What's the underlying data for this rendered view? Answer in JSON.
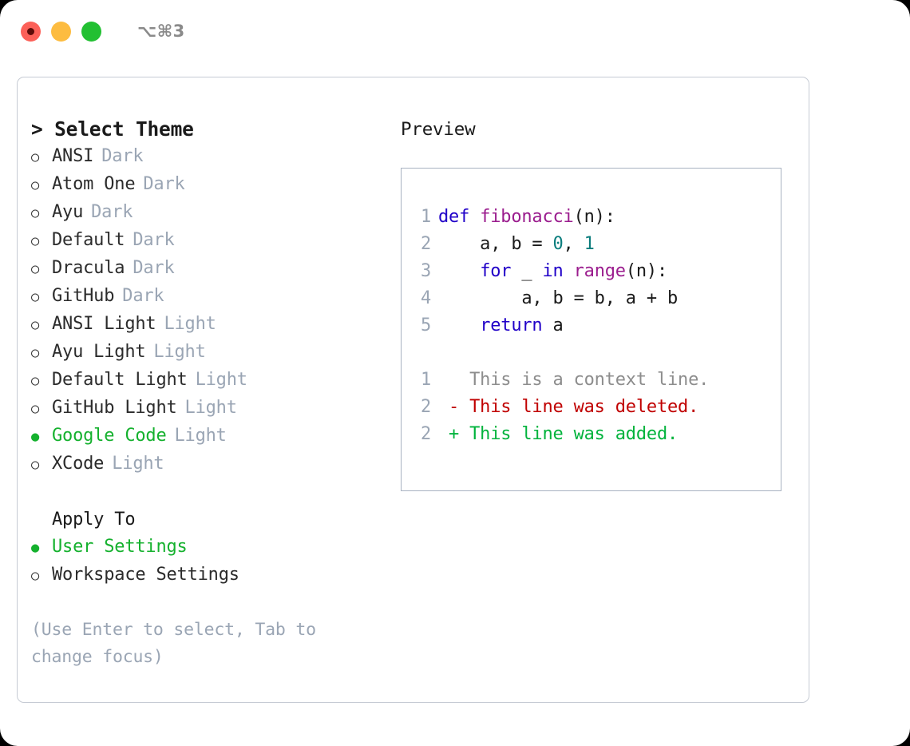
{
  "titlebar": {
    "shortcut": "⌥⌘3",
    "buttons": [
      {
        "name": "close",
        "color": "#fc6058"
      },
      {
        "name": "minimize",
        "color": "#fdbc40"
      },
      {
        "name": "maximize",
        "color": "#22c032"
      }
    ]
  },
  "left": {
    "heading": "> Select Theme",
    "themes": [
      {
        "marker": "○",
        "label": "ANSI",
        "badge": "Dark",
        "selected": false
      },
      {
        "marker": "○",
        "label": "Atom One",
        "badge": "Dark",
        "selected": false
      },
      {
        "marker": "○",
        "label": "Ayu",
        "badge": "Dark",
        "selected": false
      },
      {
        "marker": "○",
        "label": "Default",
        "badge": "Dark",
        "selected": false
      },
      {
        "marker": "○",
        "label": "Dracula",
        "badge": "Dark",
        "selected": false
      },
      {
        "marker": "○",
        "label": "GitHub",
        "badge": "Dark",
        "selected": false
      },
      {
        "marker": "○",
        "label": "ANSI Light",
        "badge": "Light",
        "selected": false
      },
      {
        "marker": "○",
        "label": "Ayu Light",
        "badge": "Light",
        "selected": false
      },
      {
        "marker": "○",
        "label": "Default Light",
        "badge": "Light",
        "selected": false
      },
      {
        "marker": "○",
        "label": "GitHub Light",
        "badge": "Light",
        "selected": false
      },
      {
        "marker": "●",
        "label": "Google Code",
        "badge": "Light",
        "selected": true
      },
      {
        "marker": "○",
        "label": "XCode",
        "badge": "Light",
        "selected": false
      }
    ],
    "apply_heading": "Apply To",
    "apply_options": [
      {
        "marker": "●",
        "label": "User Settings",
        "selected": true
      },
      {
        "marker": "○",
        "label": "Workspace Settings",
        "selected": false
      }
    ],
    "hint": "(Use Enter to select, Tab to change focus)"
  },
  "preview": {
    "title": "Preview",
    "code_lines": [
      {
        "num": "1",
        "tokens": [
          {
            "t": "def ",
            "c": "kw"
          },
          {
            "t": "fibonacci",
            "c": "fn"
          },
          {
            "t": "(n):",
            "c": "plain"
          }
        ]
      },
      {
        "num": "2",
        "tokens": [
          {
            "t": "    a, b = ",
            "c": "plain"
          },
          {
            "t": "0",
            "c": "num"
          },
          {
            "t": ", ",
            "c": "plain"
          },
          {
            "t": "1",
            "c": "num"
          }
        ]
      },
      {
        "num": "3",
        "tokens": [
          {
            "t": "    ",
            "c": "plain"
          },
          {
            "t": "for",
            "c": "kw"
          },
          {
            "t": " _ ",
            "c": "plain"
          },
          {
            "t": "in",
            "c": "kw"
          },
          {
            "t": " ",
            "c": "plain"
          },
          {
            "t": "range",
            "c": "fn"
          },
          {
            "t": "(n):",
            "c": "plain"
          }
        ]
      },
      {
        "num": "4",
        "tokens": [
          {
            "t": "        a, b = b, a + b",
            "c": "plain"
          }
        ]
      },
      {
        "num": "5",
        "tokens": [
          {
            "t": "    ",
            "c": "plain"
          },
          {
            "t": "return",
            "c": "kw"
          },
          {
            "t": " a",
            "c": "plain"
          }
        ]
      }
    ],
    "diff_lines": [
      {
        "num": "1",
        "text": "   This is a context line.",
        "kind": "ctx"
      },
      {
        "num": "2",
        "text": " - This line was deleted.",
        "kind": "del"
      },
      {
        "num": "2",
        "text": " + This line was added.",
        "kind": "add"
      }
    ]
  },
  "colors": {
    "accent_green": "#15b12e",
    "muted": "#9aa5b4",
    "keyword": "#2000c8",
    "function": "#9b1d8e",
    "number": "#0b7d7d",
    "diff_added": "#00b33c",
    "diff_deleted": "#c00000",
    "diff_context": "#8d8d8d",
    "panel_border": "#c6cbd4",
    "preview_border": "#a8b2c1"
  }
}
